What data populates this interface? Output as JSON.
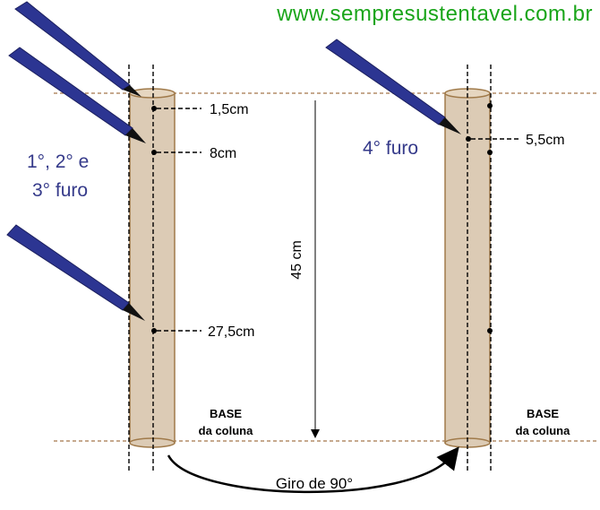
{
  "website": "www.sempresustentavel.com.br",
  "left_group_label": {
    "line1": "1°, 2° e",
    "line2": "3° furo"
  },
  "right_group_label": "4° furo",
  "measurements": {
    "hole_1": "1,5cm",
    "hole_2": "8cm",
    "hole_3": "27,5cm",
    "hole_4": "5,5cm",
    "length": "45 cm"
  },
  "base_label": {
    "line1": "BASE",
    "line2": "da coluna"
  },
  "rotation_label": "Giro de 90°",
  "colors": {
    "pencil_blue": "#2c3592",
    "label_blue": "#353a8a",
    "column_fill": "#dccbb5",
    "column_stroke": "#a07a4a",
    "guide_brown": "#a5764a",
    "site_green": "#1aa51a"
  }
}
